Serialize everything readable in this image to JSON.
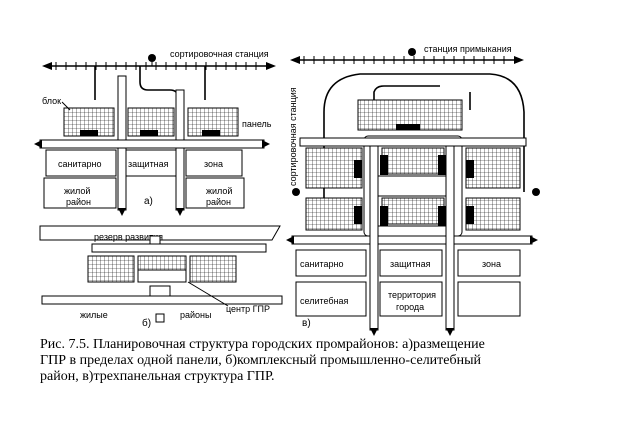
{
  "labels": {
    "sort_station": "сортировочная станция",
    "block": "блок",
    "panel": "панель",
    "sanitary": "санитарно",
    "protective": "защитная",
    "zone": "зона",
    "residential_area_1": "жилой\nрайон",
    "residential_area_2": "жилой\nрайон",
    "marker_a": "а)",
    "reserve": "резерв развития",
    "residential_b": "жилые",
    "districts_b": "районы",
    "gpr_center": "центр ГПР",
    "marker_b": "б)",
    "junction_station": "станция примыкания",
    "sorting_station_vertical": "сортировочная станция",
    "sanitary_c": "санитарно",
    "protective_c": "защитная",
    "zone_c": "зона",
    "residential_c": "селитебная",
    "territory_c": "территория\nгорода",
    "marker_c": "в)"
  },
  "caption": {
    "line1": "Рис. 7.5. Планировочная структура городских промрайонов: а)размещение",
    "line2": "ГПР в пределах одной панели, б)комплексный промышленно-селитебный",
    "line3": "район, в)трехпанельная структура ГПР."
  },
  "colors": {
    "ink": "#000000",
    "paper": "#ffffff"
  }
}
